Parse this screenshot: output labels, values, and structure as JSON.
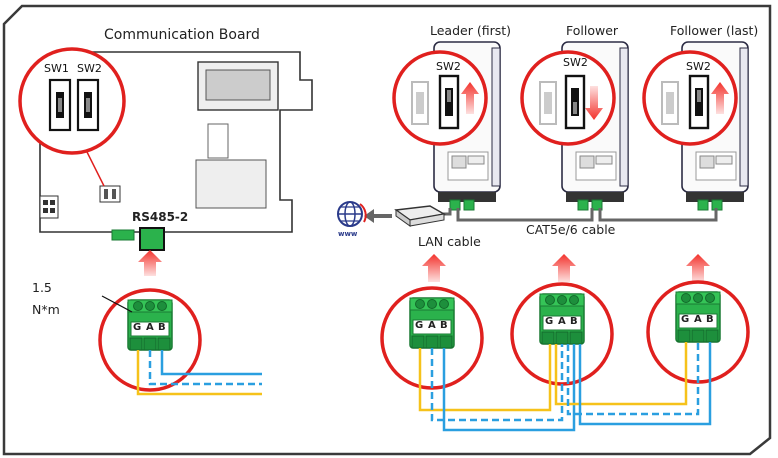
{
  "board": {
    "title": "Communication Board",
    "port_label": "RS485-2",
    "sw1": "SW1",
    "sw2": "SW2"
  },
  "torque": {
    "value": "1.5",
    "unit": "N*m"
  },
  "inverters": [
    {
      "label": "Leader (first)",
      "switch": "SW2",
      "state": "up"
    },
    {
      "label": "Follower",
      "switch": "SW2",
      "state": "down"
    },
    {
      "label": "Follower (last)",
      "switch": "SW2",
      "state": "up"
    }
  ],
  "cables": {
    "lan": "LAN cable",
    "cat": "CAT5e/6 cable"
  },
  "terminal": {
    "pins": [
      "G",
      "A",
      "B"
    ]
  },
  "internet": {
    "text": "www"
  },
  "colors": {
    "frame": "#3a3a3a",
    "circle": "#e0201e",
    "terminal": "#2bb24c",
    "wire_yellow": "#f6c21a",
    "wire_blue": "#2a9fe0",
    "arrow": "#f3322c"
  }
}
